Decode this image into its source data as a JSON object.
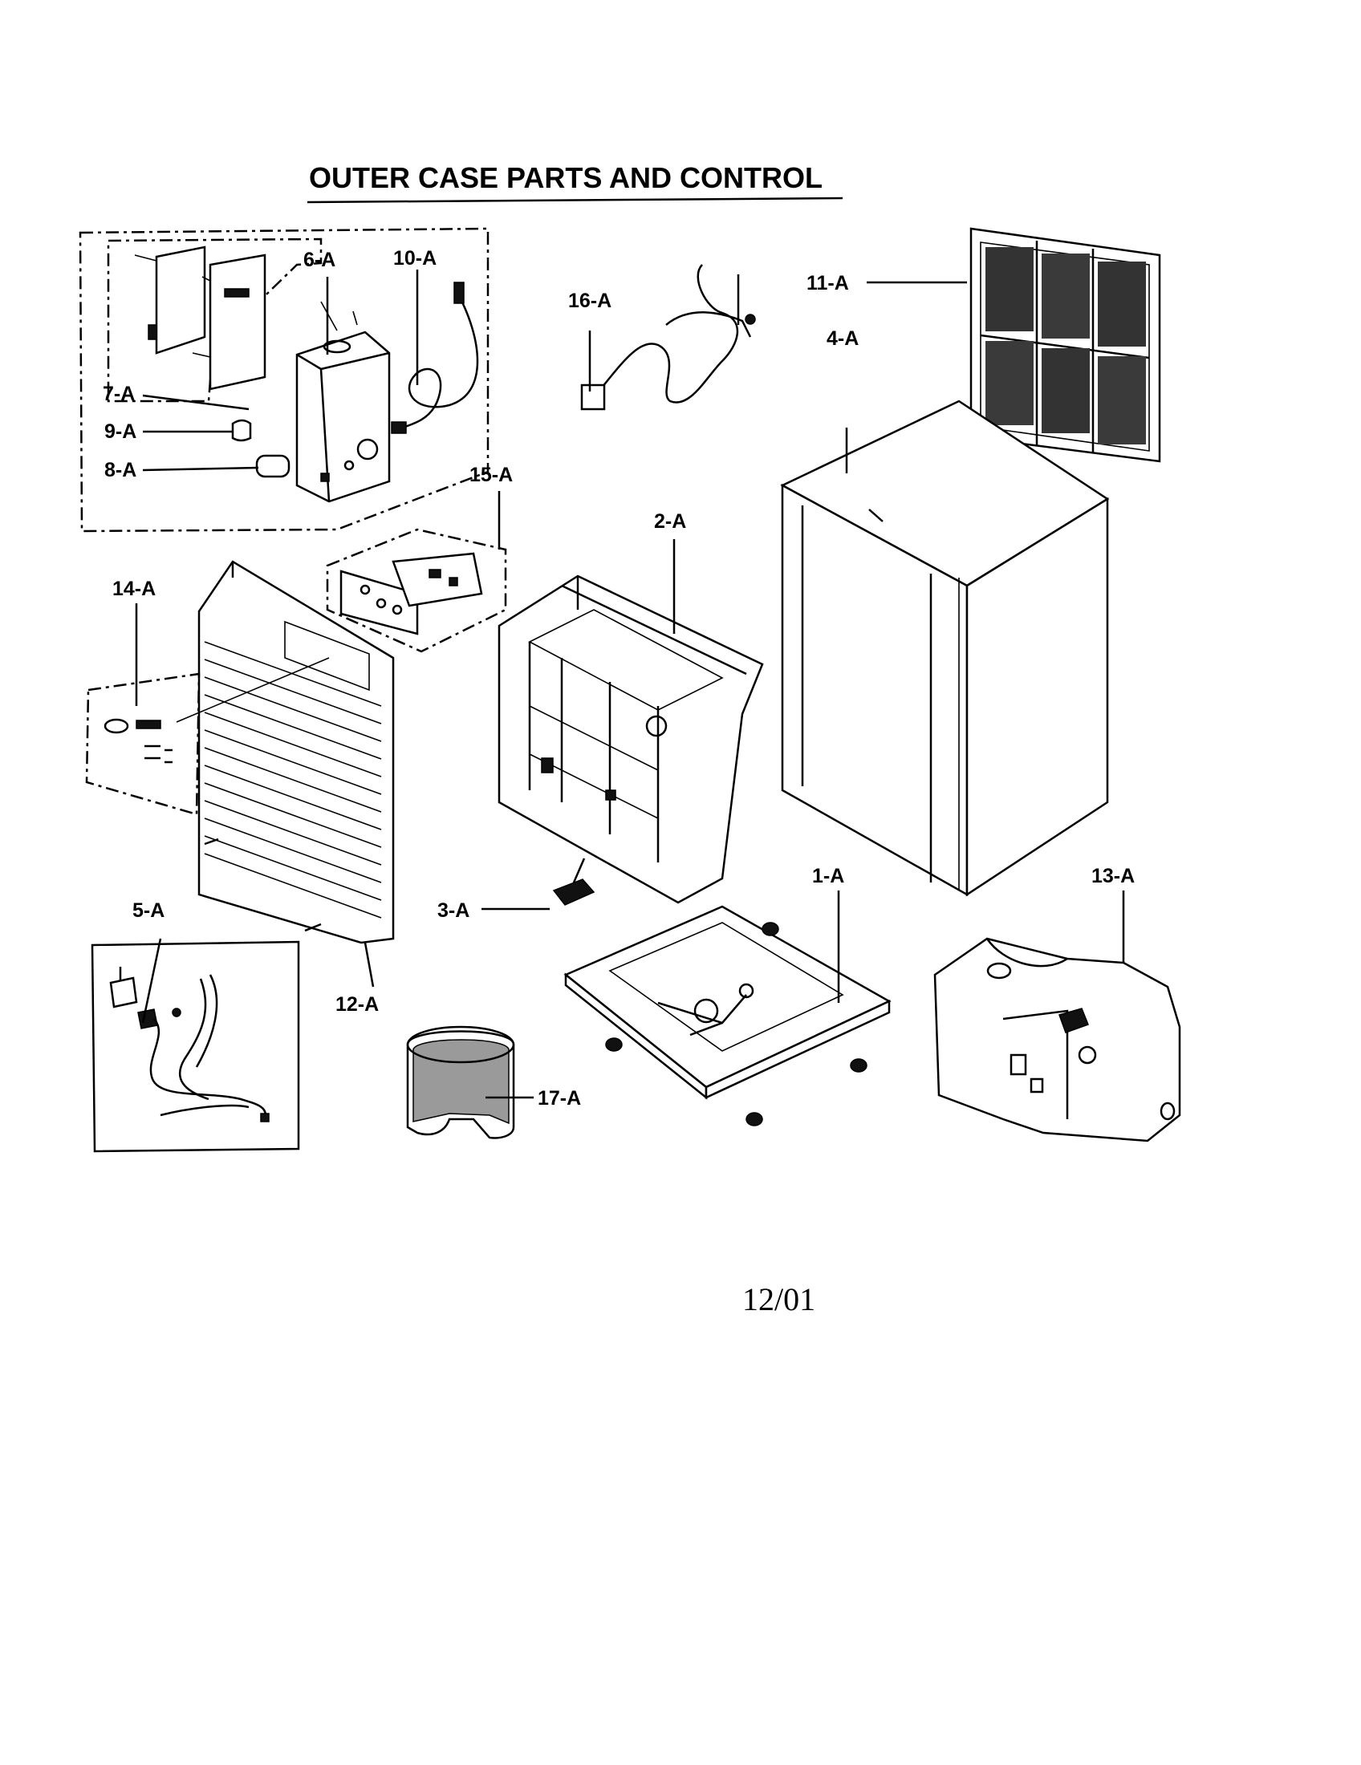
{
  "title": "OUTER CASE PARTS AND CONTROL",
  "footer_date": "12/01",
  "labels": {
    "p1": "1-A",
    "p2": "2-A",
    "p3": "3-A",
    "p4": "4-A",
    "p5": "5-A",
    "p6": "6-A",
    "p7": "7-A",
    "p8": "8-A",
    "p9": "9-A",
    "p10": "10-A",
    "p11": "11-A",
    "p12": "12-A",
    "p13": "13-A",
    "p14": "14-A",
    "p15": "15-A",
    "p16": "16-A",
    "p17": "17-A"
  }
}
